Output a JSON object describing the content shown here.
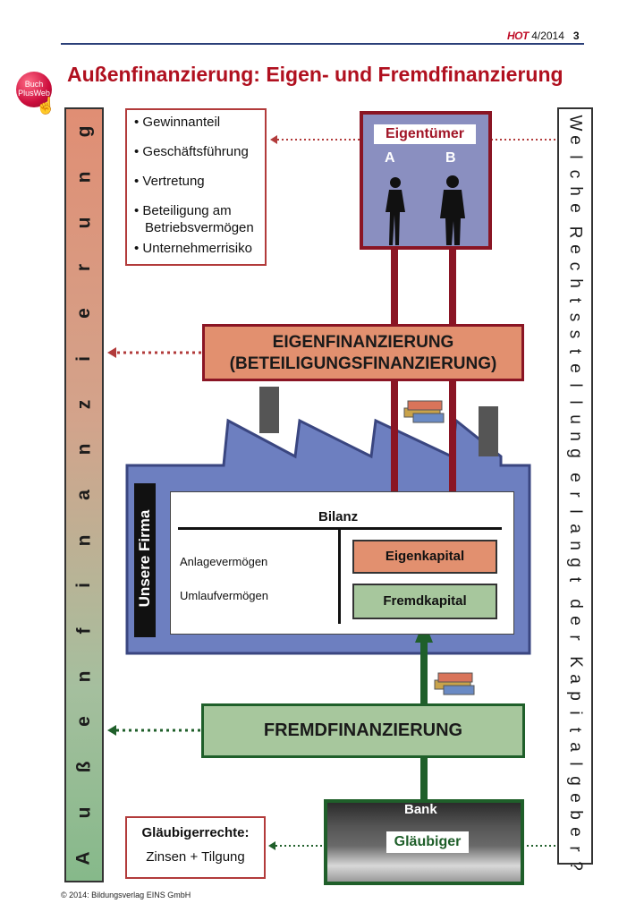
{
  "header": {
    "brand": "HOT",
    "issue": "4/2014",
    "page": "3"
  },
  "badge": {
    "line1": "Buch",
    "line2": "PlusWeb"
  },
  "title": "Außenfinanzierung: Eigen- und Fremdfinanzierung",
  "left_bar": {
    "text": "Außenfinanzierung"
  },
  "right_bar": {
    "text": "Welche Rechtsstellung erlangt der Kapitalgeber?"
  },
  "owner_rights": [
    "• Gewinnanteil",
    "• Geschäftsführung",
    "• Vertretung",
    "• Beteiligung am Betriebsvermögen",
    "• Unternehmerrisiko"
  ],
  "owner": {
    "label": "Eigentümer",
    "a": "A",
    "b": "B"
  },
  "eigen": {
    "line1": "EIGENFINANZIERUNG",
    "line2": "(BETEILIGUNGSFINANZIERUNG)"
  },
  "firm": {
    "label": "Unsere Firma",
    "bilanz": "Bilanz",
    "anlage": "Anlagevermögen",
    "umlauf": "Umlaufvermögen",
    "eigenkapital": "Eigenkapital",
    "fremdkapital": "Fremdkapital"
  },
  "fremd": {
    "label": "FREMDFINANZIERUNG"
  },
  "bank": {
    "label": "Bank",
    "glaeubiger": "Gläubiger"
  },
  "creditor_rights": {
    "title": "Gläubigerrechte:",
    "value": "Zinsen + Tilgung"
  },
  "footer": "© 2014: Bildungsverlag EINS GmbH",
  "colors": {
    "title": "#b0101f",
    "eigen": "#e2906f",
    "fremd": "#a7c79d",
    "dark_red": "#8a1524",
    "dark_green": "#1f5f2a",
    "factory": "#6d7fc0"
  }
}
